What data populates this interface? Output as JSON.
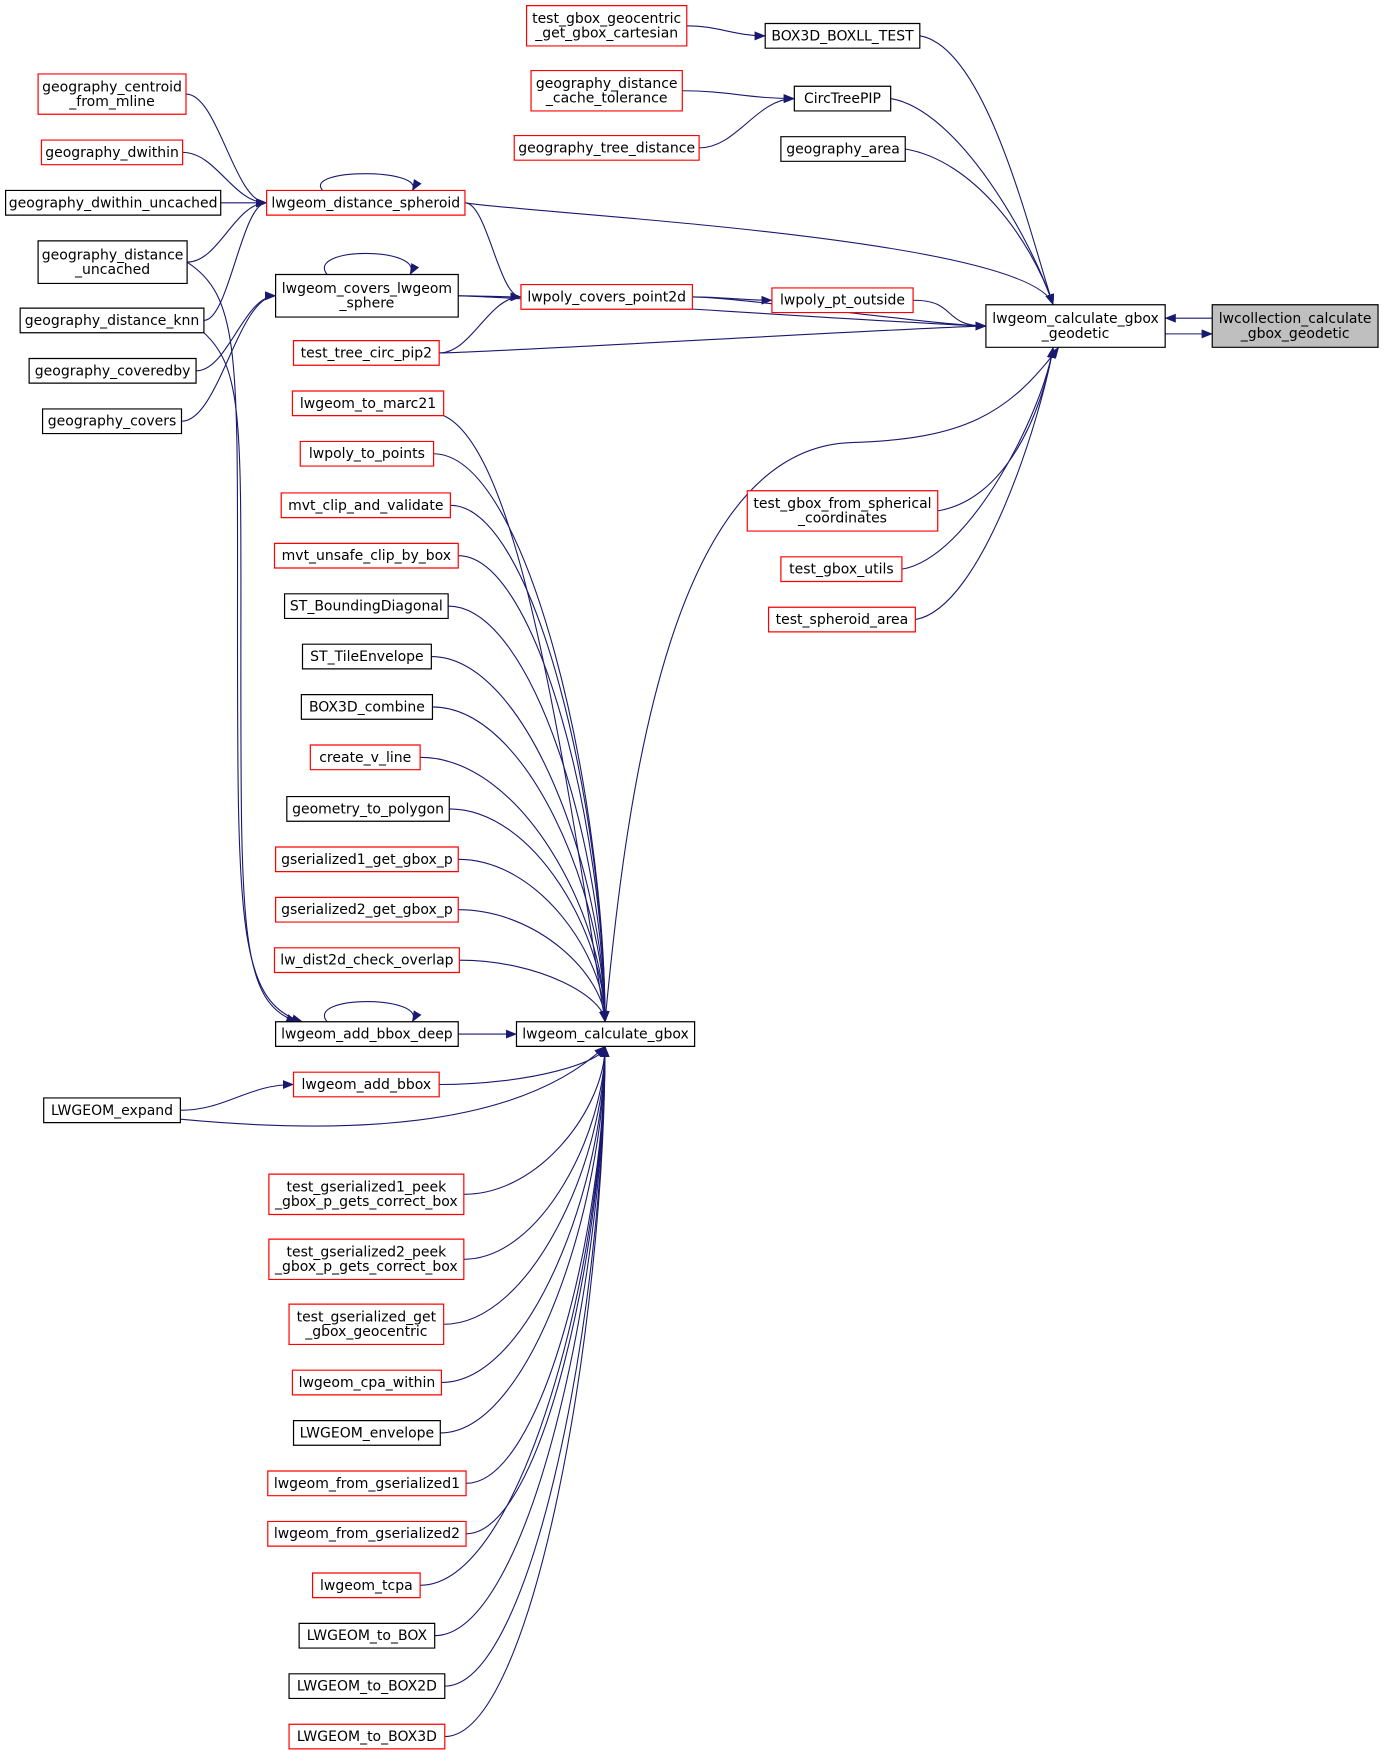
{
  "colors": {
    "edge": "#191970",
    "node_border_normal": "#000000",
    "node_border_truncated": "#ff0000",
    "root_fill": "#bfbfbf"
  },
  "nodes": [
    {
      "id": "lwcollection_calculate_gbox_geodetic",
      "lines": [
        "lwcollection_calculate",
        "_gbox_geodetic"
      ],
      "style": "root"
    },
    {
      "id": "lwgeom_calculate_gbox_geodetic",
      "lines": [
        "lwgeom_calculate_gbox",
        "_geodetic"
      ],
      "style": "black"
    },
    {
      "id": "test_gbox_geocentric_get_gbox_cartesian",
      "lines": [
        "test_gbox_geocentric",
        "_get_gbox_cartesian"
      ],
      "style": "red"
    },
    {
      "id": "BOX3D_BOXLL_TEST",
      "lines": [
        "BOX3D_BOXLL_TEST"
      ],
      "style": "black"
    },
    {
      "id": "geography_distance_cache_tolerance",
      "lines": [
        "geography_distance",
        "_cache_tolerance"
      ],
      "style": "red"
    },
    {
      "id": "CircTreePIP",
      "lines": [
        "CircTreePIP"
      ],
      "style": "black"
    },
    {
      "id": "geography_tree_distance",
      "lines": [
        "geography_tree_distance"
      ],
      "style": "red"
    },
    {
      "id": "geography_area",
      "lines": [
        "geography_area"
      ],
      "style": "black"
    },
    {
      "id": "geography_centroid_from_mline",
      "lines": [
        "geography_centroid",
        "_from_mline"
      ],
      "style": "red"
    },
    {
      "id": "geography_dwithin",
      "lines": [
        "geography_dwithin"
      ],
      "style": "red"
    },
    {
      "id": "geography_dwithin_uncached",
      "lines": [
        "geography_dwithin_uncached"
      ],
      "style": "black"
    },
    {
      "id": "lwgeom_distance_spheroid",
      "lines": [
        "lwgeom_distance_spheroid"
      ],
      "style": "red"
    },
    {
      "id": "geography_distance_uncached",
      "lines": [
        "geography_distance",
        "_uncached"
      ],
      "style": "black"
    },
    {
      "id": "lwgeom_covers_lwgeom_sphere",
      "lines": [
        "lwgeom_covers_lwgeom",
        "_sphere"
      ],
      "style": "black"
    },
    {
      "id": "lwpoly_covers_point2d",
      "lines": [
        "lwpoly_covers_point2d"
      ],
      "style": "red"
    },
    {
      "id": "lwpoly_pt_outside",
      "lines": [
        "lwpoly_pt_outside"
      ],
      "style": "red"
    },
    {
      "id": "geography_distance_knn",
      "lines": [
        "geography_distance_knn"
      ],
      "style": "black"
    },
    {
      "id": "geography_coveredby",
      "lines": [
        "geography_coveredby"
      ],
      "style": "black"
    },
    {
      "id": "test_tree_circ_pip2",
      "lines": [
        "test_tree_circ_pip2"
      ],
      "style": "red"
    },
    {
      "id": "geography_covers",
      "lines": [
        "geography_covers"
      ],
      "style": "black"
    },
    {
      "id": "lwgeom_to_marc21",
      "lines": [
        "lwgeom_to_marc21"
      ],
      "style": "red"
    },
    {
      "id": "lwpoly_to_points",
      "lines": [
        "lwpoly_to_points"
      ],
      "style": "red"
    },
    {
      "id": "test_gbox_from_spherical_coordinates",
      "lines": [
        "test_gbox_from_spherical",
        "_coordinates"
      ],
      "style": "red"
    },
    {
      "id": "mvt_clip_and_validate",
      "lines": [
        "mvt_clip_and_validate"
      ],
      "style": "red"
    },
    {
      "id": "mvt_unsafe_clip_by_box",
      "lines": [
        "mvt_unsafe_clip_by_box"
      ],
      "style": "red"
    },
    {
      "id": "test_gbox_utils",
      "lines": [
        "test_gbox_utils"
      ],
      "style": "red"
    },
    {
      "id": "ST_BoundingDiagonal",
      "lines": [
        "ST_BoundingDiagonal"
      ],
      "style": "black"
    },
    {
      "id": "test_spheroid_area",
      "lines": [
        "test_spheroid_area"
      ],
      "style": "red"
    },
    {
      "id": "ST_TileEnvelope",
      "lines": [
        "ST_TileEnvelope"
      ],
      "style": "black"
    },
    {
      "id": "BOX3D_combine",
      "lines": [
        "BOX3D_combine"
      ],
      "style": "black"
    },
    {
      "id": "create_v_line",
      "lines": [
        "create_v_line"
      ],
      "style": "red"
    },
    {
      "id": "geometry_to_polygon",
      "lines": [
        "geometry_to_polygon"
      ],
      "style": "black"
    },
    {
      "id": "gserialized1_get_gbox_p",
      "lines": [
        "gserialized1_get_gbox_p"
      ],
      "style": "red"
    },
    {
      "id": "gserialized2_get_gbox_p",
      "lines": [
        "gserialized2_get_gbox_p"
      ],
      "style": "red"
    },
    {
      "id": "lw_dist2d_check_overlap",
      "lines": [
        "lw_dist2d_check_overlap"
      ],
      "style": "red"
    },
    {
      "id": "lwgeom_add_bbox_deep",
      "lines": [
        "lwgeom_add_bbox_deep"
      ],
      "style": "black"
    },
    {
      "id": "lwgeom_calculate_gbox",
      "lines": [
        "lwgeom_calculate_gbox"
      ],
      "style": "black"
    },
    {
      "id": "lwgeom_add_bbox",
      "lines": [
        "lwgeom_add_bbox"
      ],
      "style": "red"
    },
    {
      "id": "LWGEOM_expand",
      "lines": [
        "LWGEOM_expand"
      ],
      "style": "black"
    },
    {
      "id": "test_gserialized1_peek_gbox_p_gets_correct_box",
      "lines": [
        "test_gserialized1_peek",
        "_gbox_p_gets_correct_box"
      ],
      "style": "red"
    },
    {
      "id": "test_gserialized2_peek_gbox_p_gets_correct_box",
      "lines": [
        "test_gserialized2_peek",
        "_gbox_p_gets_correct_box"
      ],
      "style": "red"
    },
    {
      "id": "test_gserialized_get_gbox_geocentric",
      "lines": [
        "test_gserialized_get",
        "_gbox_geocentric"
      ],
      "style": "red"
    },
    {
      "id": "lwgeom_cpa_within",
      "lines": [
        "lwgeom_cpa_within"
      ],
      "style": "red"
    },
    {
      "id": "LWGEOM_envelope",
      "lines": [
        "LWGEOM_envelope"
      ],
      "style": "black"
    },
    {
      "id": "lwgeom_from_gserialized1",
      "lines": [
        "lwgeom_from_gserialized1"
      ],
      "style": "red"
    },
    {
      "id": "lwgeom_from_gserialized2",
      "lines": [
        "lwgeom_from_gserialized2"
      ],
      "style": "red"
    },
    {
      "id": "lwgeom_tcpa",
      "lines": [
        "lwgeom_tcpa"
      ],
      "style": "red"
    },
    {
      "id": "LWGEOM_to_BOX",
      "lines": [
        "LWGEOM_to_BOX"
      ],
      "style": "black"
    },
    {
      "id": "LWGEOM_to_BOX2D",
      "lines": [
        "LWGEOM_to_BOX2D"
      ],
      "style": "black"
    },
    {
      "id": "LWGEOM_to_BOX3D",
      "lines": [
        "LWGEOM_to_BOX3D"
      ],
      "style": "red"
    }
  ],
  "edges": [
    [
      "lwgeom_calculate_gbox_geodetic",
      "lwcollection_calculate_gbox_geodetic"
    ],
    [
      "lwcollection_calculate_gbox_geodetic",
      "lwgeom_calculate_gbox_geodetic"
    ],
    [
      "test_gbox_geocentric_get_gbox_cartesian",
      "BOX3D_BOXLL_TEST"
    ],
    [
      "BOX3D_BOXLL_TEST",
      "lwgeom_calculate_gbox_geodetic"
    ],
    [
      "geography_distance_cache_tolerance",
      "CircTreePIP"
    ],
    [
      "geography_tree_distance",
      "CircTreePIP"
    ],
    [
      "CircTreePIP",
      "lwgeom_calculate_gbox_geodetic"
    ],
    [
      "geography_area",
      "lwgeom_calculate_gbox_geodetic"
    ],
    [
      "lwgeom_distance_spheroid",
      "lwgeom_calculate_gbox_geodetic"
    ],
    [
      "lwpoly_covers_point2d",
      "lwgeom_calculate_gbox_geodetic"
    ],
    [
      "lwpoly_pt_outside",
      "lwgeom_calculate_gbox_geodetic"
    ],
    [
      "lwgeom_covers_lwgeom_sphere",
      "lwgeom_calculate_gbox_geodetic"
    ],
    [
      "test_tree_circ_pip2",
      "lwgeom_calculate_gbox_geodetic"
    ],
    [
      "lwgeom_calculate_gbox",
      "lwgeom_calculate_gbox_geodetic"
    ],
    [
      "test_gbox_from_spherical_coordinates",
      "lwgeom_calculate_gbox_geodetic"
    ],
    [
      "test_gbox_utils",
      "lwgeom_calculate_gbox_geodetic"
    ],
    [
      "test_spheroid_area",
      "lwgeom_calculate_gbox_geodetic"
    ],
    [
      "geography_centroid_from_mline",
      "lwgeom_distance_spheroid"
    ],
    [
      "geography_dwithin",
      "lwgeom_distance_spheroid"
    ],
    [
      "geography_dwithin_uncached",
      "lwgeom_distance_spheroid"
    ],
    [
      "geography_distance_uncached",
      "lwgeom_distance_spheroid"
    ],
    [
      "geography_distance_knn",
      "lwgeom_distance_spheroid"
    ],
    [
      "lwgeom_distance_spheroid",
      "lwgeom_distance_spheroid"
    ],
    [
      "lwgeom_distance_spheroid",
      "lwpoly_covers_point2d"
    ],
    [
      "lwgeom_covers_lwgeom_sphere",
      "lwpoly_covers_point2d"
    ],
    [
      "test_tree_circ_pip2",
      "lwpoly_covers_point2d"
    ],
    [
      "lwpoly_covers_point2d",
      "lwpoly_pt_outside"
    ],
    [
      "lwgeom_covers_lwgeom_sphere",
      "lwgeom_covers_lwgeom_sphere"
    ],
    [
      "geography_coveredby",
      "lwgeom_covers_lwgeom_sphere"
    ],
    [
      "geography_covers",
      "lwgeom_covers_lwgeom_sphere"
    ],
    [
      "geography_distance_uncached",
      "lwgeom_add_bbox_deep"
    ],
    [
      "geography_distance_knn",
      "lwgeom_add_bbox_deep"
    ],
    [
      "lwgeom_add_bbox_deep",
      "lwgeom_add_bbox_deep"
    ],
    [
      "lwgeom_add_bbox_deep",
      "lwgeom_calculate_gbox"
    ],
    [
      "LWGEOM_expand",
      "lwgeom_add_bbox"
    ],
    [
      "lwgeom_add_bbox",
      "lwgeom_calculate_gbox"
    ],
    [
      "LWGEOM_expand",
      "lwgeom_calculate_gbox"
    ],
    [
      "lwgeom_to_marc21",
      "lwgeom_calculate_gbox"
    ],
    [
      "lwpoly_to_points",
      "lwgeom_calculate_gbox"
    ],
    [
      "mvt_clip_and_validate",
      "lwgeom_calculate_gbox"
    ],
    [
      "mvt_unsafe_clip_by_box",
      "lwgeom_calculate_gbox"
    ],
    [
      "ST_BoundingDiagonal",
      "lwgeom_calculate_gbox"
    ],
    [
      "ST_TileEnvelope",
      "lwgeom_calculate_gbox"
    ],
    [
      "BOX3D_combine",
      "lwgeom_calculate_gbox"
    ],
    [
      "create_v_line",
      "lwgeom_calculate_gbox"
    ],
    [
      "geometry_to_polygon",
      "lwgeom_calculate_gbox"
    ],
    [
      "gserialized1_get_gbox_p",
      "lwgeom_calculate_gbox"
    ],
    [
      "gserialized2_get_gbox_p",
      "lwgeom_calculate_gbox"
    ],
    [
      "lw_dist2d_check_overlap",
      "lwgeom_calculate_gbox"
    ],
    [
      "test_gserialized1_peek_gbox_p_gets_correct_box",
      "lwgeom_calculate_gbox"
    ],
    [
      "test_gserialized2_peek_gbox_p_gets_correct_box",
      "lwgeom_calculate_gbox"
    ],
    [
      "test_gserialized_get_gbox_geocentric",
      "lwgeom_calculate_gbox"
    ],
    [
      "lwgeom_cpa_within",
      "lwgeom_calculate_gbox"
    ],
    [
      "LWGEOM_envelope",
      "lwgeom_calculate_gbox"
    ],
    [
      "lwgeom_from_gserialized1",
      "lwgeom_calculate_gbox"
    ],
    [
      "lwgeom_from_gserialized2",
      "lwgeom_calculate_gbox"
    ],
    [
      "lwgeom_tcpa",
      "lwgeom_calculate_gbox"
    ],
    [
      "LWGEOM_to_BOX",
      "lwgeom_calculate_gbox"
    ],
    [
      "LWGEOM_to_BOX2D",
      "lwgeom_calculate_gbox"
    ],
    [
      "LWGEOM_to_BOX3D",
      "lwgeom_calculate_gbox"
    ]
  ]
}
